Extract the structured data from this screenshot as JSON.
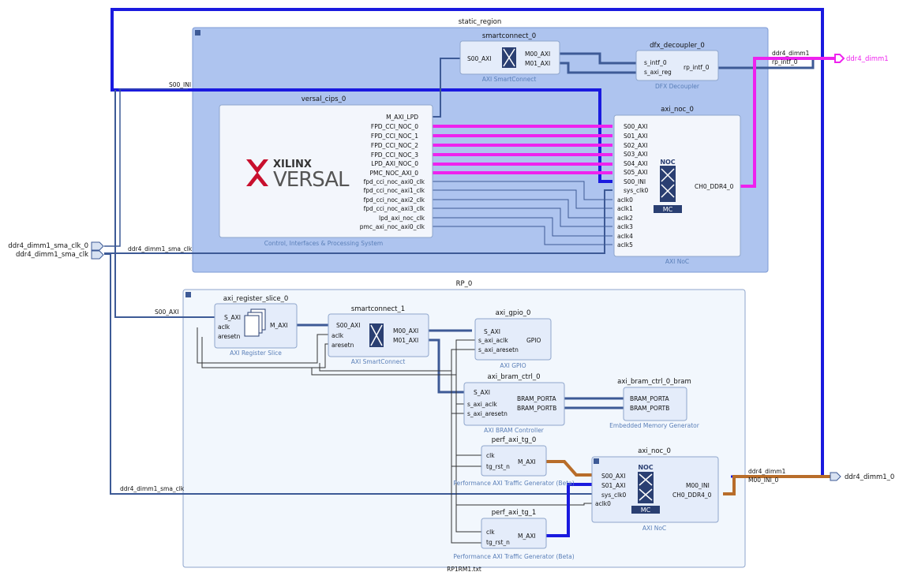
{
  "regions": {
    "static": {
      "title": "static_region"
    },
    "rp": {
      "title": "RP_0",
      "footer": "RP1RM1.txt"
    }
  },
  "ext_ports": {
    "in1": "ddr4_dimm1_sma_clk_0",
    "in2": "ddr4_dimm1_sma_clk",
    "out_top": "ddr4_dimm1",
    "out_bot": "ddr4_dimm1_0"
  },
  "net_labels": {
    "s00_ini_top": "S00_INI",
    "sma_clk_top": "ddr4_dimm1_sma_clk",
    "s00_axi_rp": "S00_AXI",
    "sma_clk_rp": "ddr4_dimm1_sma_clk",
    "dimm_top1": "ddr4_dimm1",
    "dimm_top2": "rp_intf_0",
    "dimm_bot1": "ddr4_dimm1",
    "dimm_bot2": "M00_INI_0"
  },
  "blocks": {
    "sc0": {
      "name": "smartconnect_0",
      "sub": "AXI SmartConnect",
      "ports_in": [
        "S00_AXI"
      ],
      "ports_out": [
        "M00_AXI",
        "M01_AXI"
      ]
    },
    "dfx": {
      "name": "dfx_decoupler_0",
      "sub": "DFX Decoupler",
      "ports_in": [
        "s_intf_0",
        "s_axi_reg"
      ],
      "ports_out": [
        "rp_intf_0"
      ]
    },
    "cips": {
      "name": "versal_cips_0",
      "sub": "Control, Interfaces & Processing System",
      "logo_top": "XILINX",
      "logo_bottom": "VERSAL",
      "ports_out": [
        "M_AXI_LPD",
        "FPD_CCI_NOC_0",
        "FPD_CCI_NOC_1",
        "FPD_CCI_NOC_2",
        "FPD_CCI_NOC_3",
        "LPD_AXI_NOC_0",
        "PMC_NOC_AXI_0",
        "fpd_cci_noc_axi0_clk",
        "fpd_cci_noc_axi1_clk",
        "fpd_cci_noc_axi2_clk",
        "fpd_cci_noc_axi3_clk",
        "lpd_axi_noc_clk",
        "pmc_axi_noc_axi0_clk"
      ]
    },
    "noc0": {
      "name": "axi_noc_0",
      "sub": "AXI NoC",
      "ports_in": [
        "S00_AXI",
        "S01_AXI",
        "S02_AXI",
        "S03_AXI",
        "S04_AXI",
        "S05_AXI",
        "S00_INI",
        "sys_clk0",
        "aclk0",
        "aclk1",
        "aclk2",
        "aclk3",
        "aclk4",
        "aclk5"
      ],
      "ports_out": [
        "CH0_DDR4_0"
      ],
      "icon_top": "NOC",
      "icon_bot": "MC"
    },
    "regslice": {
      "name": "axi_register_slice_0",
      "sub": "AXI Register Slice",
      "ports_in": [
        "S_AXI",
        "aclk",
        "aresetn"
      ],
      "ports_out": [
        "M_AXI"
      ]
    },
    "sc1": {
      "name": "smartconnect_1",
      "sub": "AXI SmartConnect",
      "ports_in": [
        "S00_AXI",
        "aclk",
        "aresetn"
      ],
      "ports_out": [
        "M00_AXI",
        "M01_AXI"
      ]
    },
    "gpio": {
      "name": "axi_gpio_0",
      "sub": "AXI GPIO",
      "ports_in": [
        "S_AXI",
        "s_axi_aclk",
        "s_axi_aresetn"
      ],
      "ports_out": [
        "GPIO"
      ]
    },
    "bram": {
      "name": "axi_bram_ctrl_0",
      "sub": "AXI BRAM Controller",
      "ports_in": [
        "S_AXI",
        "s_axi_aclk",
        "s_axi_aresetn"
      ],
      "ports_out": [
        "BRAM_PORTA",
        "BRAM_PORTB"
      ]
    },
    "bmem": {
      "name": "axi_bram_ctrl_0_bram",
      "sub": "Embedded Memory Generator",
      "ports_in": [
        "BRAM_PORTA",
        "BRAM_PORTB"
      ]
    },
    "tg0": {
      "name": "perf_axi_tg_0",
      "sub": "Performance AXI Traffic Generator (Beta)",
      "ports_in": [
        "clk",
        "tg_rst_n"
      ],
      "ports_out": [
        "M_AXI"
      ]
    },
    "tg1": {
      "name": "perf_axi_tg_1",
      "sub": "Performance AXI Traffic Generator (Beta)",
      "ports_in": [
        "clk",
        "tg_rst_n"
      ],
      "ports_out": [
        "M_AXI"
      ]
    },
    "noc1": {
      "name": "axi_noc_0",
      "sub": "AXI NoC",
      "ports_in": [
        "S00_AXI",
        "S01_AXI",
        "sys_clk0",
        "aclk0"
      ],
      "ports_out": [
        "M00_INI",
        "CH0_DDR4_0"
      ],
      "icon_top": "NOC",
      "icon_bot": "MC"
    }
  },
  "colors": {
    "static_bg": "#aec4ef",
    "rp_bg": "#f2f7fd",
    "bus": "#3d5a96",
    "ini": "#1a1adf",
    "pink": "#ee22ee",
    "brown": "#b86d2a",
    "block": "#e4ecfa",
    "logo_red": "#c8102e"
  }
}
